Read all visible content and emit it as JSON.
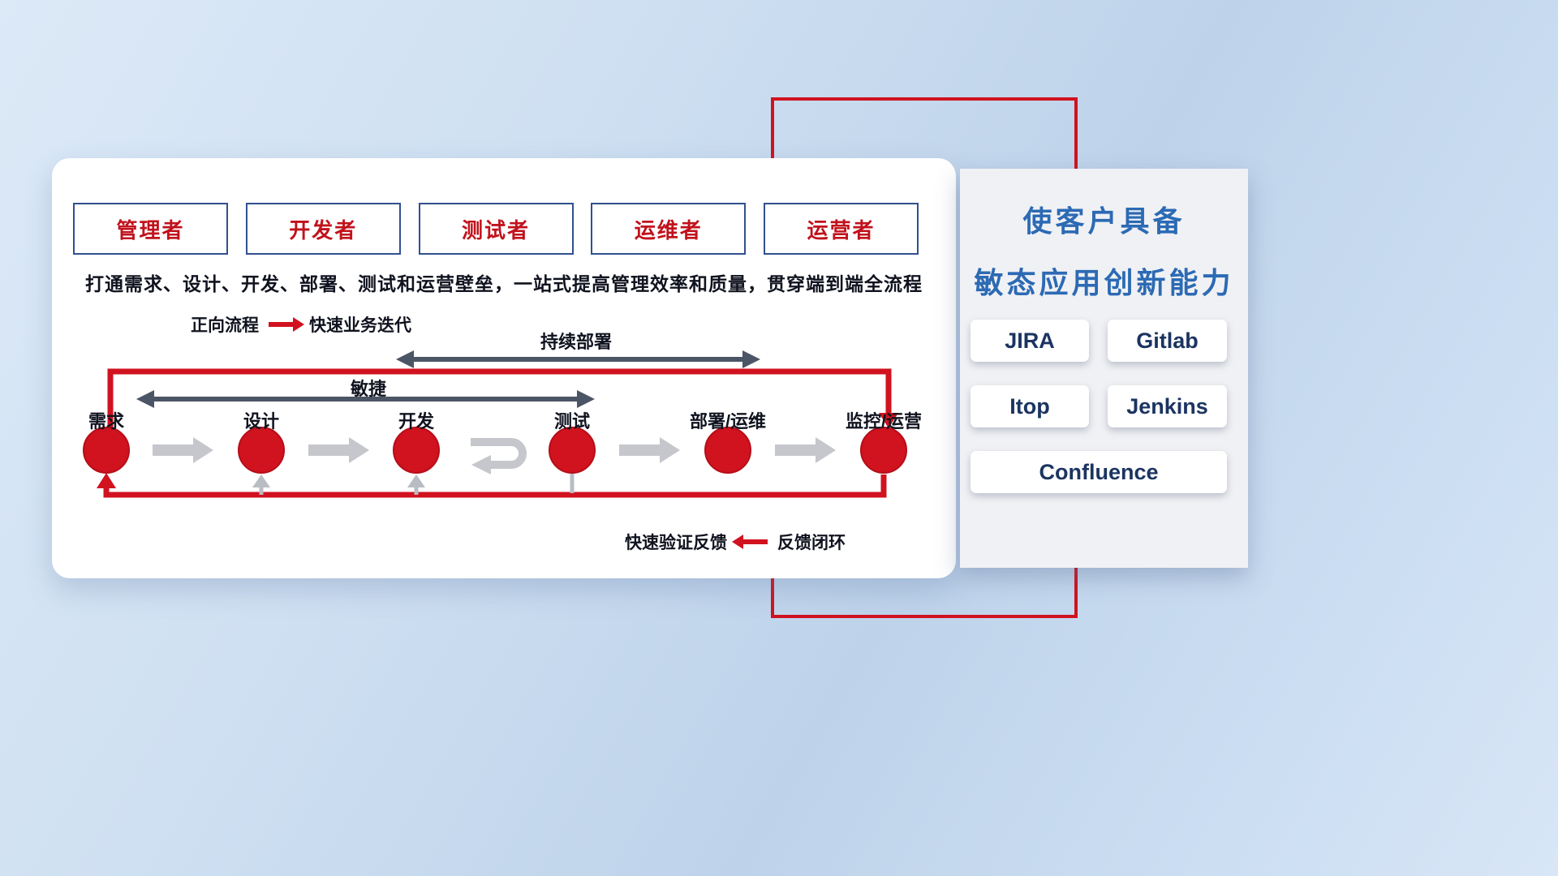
{
  "colors": {
    "accent_red": "#d1121f",
    "navy_border": "#31508e",
    "panel_title_blue": "#2c6ab4",
    "dark_arrow": "#4b5565",
    "gray_arrow": "#c5c7cc",
    "tool_text_navy": "#1b3461"
  },
  "icons": {
    "forward_legend_arrow": "right-arrow-icon",
    "feedback_legend_arrow": "left-arrow-icon",
    "dev_test_loop": "u-turn-arrow-icon"
  },
  "main_card": {
    "roles": [
      {
        "label": "管理者"
      },
      {
        "label": "开发者"
      },
      {
        "label": "测试者"
      },
      {
        "label": "运维者"
      },
      {
        "label": "运营者"
      }
    ],
    "subtitle": "打通需求、设计、开发、部署、测试和运营壁垒，一站式提高管理效率和质量，贯穿端到端全流程",
    "forward_legend": {
      "name": "正向流程",
      "desc": "快速业务迭代"
    },
    "span_arrows": {
      "continuous_deployment": "持续部署",
      "agile": "敏捷"
    },
    "nodes": [
      {
        "label": "需求"
      },
      {
        "label": "设计"
      },
      {
        "label": "开发"
      },
      {
        "label": "测试"
      },
      {
        "label": "部署/运维"
      },
      {
        "label": "监控/运营"
      }
    ],
    "feedback_legend": {
      "desc": "快速验证反馈",
      "name": "反馈闭环"
    }
  },
  "side_panel": {
    "title_line1": "使客户具备",
    "title_line2": "敏态应用创新能力",
    "tools": [
      {
        "label": "JIRA"
      },
      {
        "label": "Gitlab"
      },
      {
        "label": "Itop"
      },
      {
        "label": "Jenkins"
      },
      {
        "label": "Confluence"
      }
    ]
  }
}
